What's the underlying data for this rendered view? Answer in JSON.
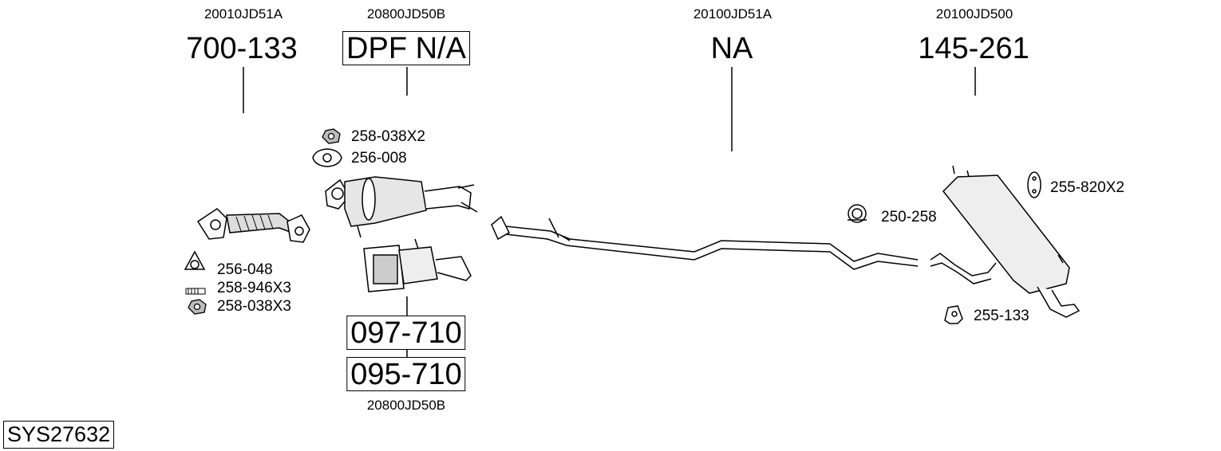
{
  "system_id": "SYS27632",
  "parts": {
    "front_pipe": {
      "oe": "20010JD51A",
      "number": "700-133"
    },
    "dpf": {
      "oe": "20800JD50B",
      "number": "DPF N/A"
    },
    "catalyst": {
      "oe": "20800JD50B",
      "numbers": [
        "097-710",
        "095-710"
      ]
    },
    "center_pipe": {
      "oe": "20100JD51A",
      "number": "NA"
    },
    "rear_silencer": {
      "oe": "20100JD500",
      "number": "145-261"
    }
  },
  "accessories": {
    "gasket_front": "256-048",
    "bolt_front": "258-946X3",
    "nut_front": "258-038X3",
    "nut_dpf": "258-038X2",
    "gasket_dpf": "256-008",
    "clamp": "250-258",
    "rubber_mount": "255-820X2",
    "rubber_hanger": "255-133"
  }
}
